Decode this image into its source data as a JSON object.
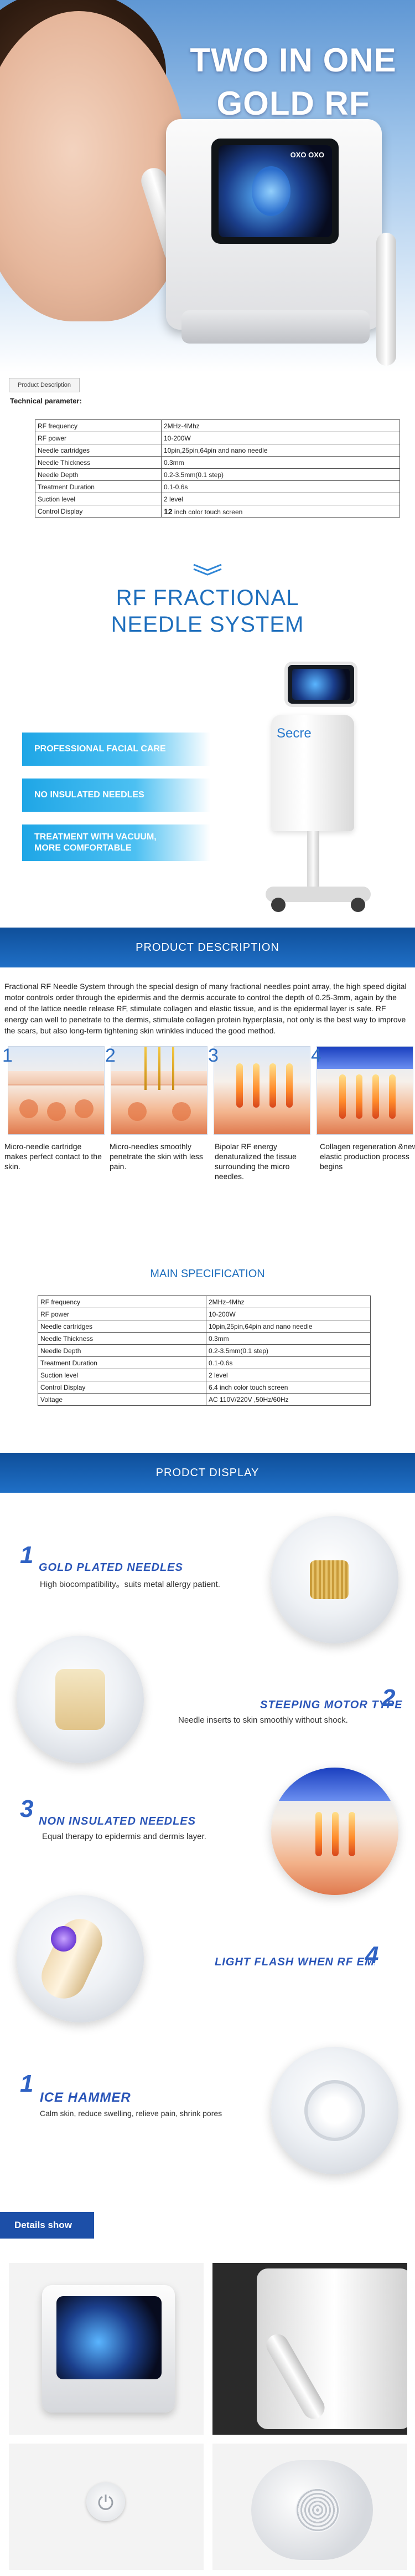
{
  "hero": {
    "title_line1": "TWO IN ONE",
    "title_line2": "GOLD RF",
    "device_screen_text": "OXO OXO",
    "tab_label": "Product Description"
  },
  "tech": {
    "heading": "Technical parameter:",
    "rows": [
      [
        "RF frequency",
        "2MHz-4Mhz"
      ],
      [
        "RF power",
        "10-200W"
      ],
      [
        "Needle cartridges",
        "10pin,25pin,64pin and nano needle"
      ],
      [
        "Needle Thickness",
        "0.3mm"
      ],
      [
        "Needle Depth",
        "0.2-3.5mm(0.1 step)"
      ],
      [
        "Treatment Duration",
        "0.1-0.6s"
      ],
      [
        "Suction level",
        "2 level"
      ]
    ],
    "display_label": "Control Display",
    "display_big": "12",
    "display_rest": "inch color touch screen"
  },
  "rf": {
    "title_line1": "RF FRACTIONAL",
    "title_line2": "NEEDLE SYSTEM",
    "stand_logo": "Secre",
    "pills": [
      "PROFESSIONAL FACIAL CARE",
      "NO INSULATED NEEDLES",
      "TREATMENT WITH VACUUM,",
      "MORE COMFORTABLE"
    ]
  },
  "product_description": {
    "banner": "PRODUCT DESCRIPTION",
    "text": "Fractional RF Needle System through the special design of many fractional needles point array, the high speed digital motor controls order through the epidermis and the dermis accurate to control the depth of 0.25-3mm, again by the end of the lattice needle release RF, stimulate collagen and elastic tissue, and is the epidermal layer is safe. RF energy can well to penetrate to the dermis, stimulate collagen protein hyperplasia, not only is the best way to improve the scars, but also long-term tightening skin wrinkles induced the good method."
  },
  "stages": [
    {
      "num": "1",
      "caption": "Micro-needle cartridge makes perfect contact to the skin."
    },
    {
      "num": "2",
      "caption": "Micro-needles smoothly penetrate the skin with less pain."
    },
    {
      "num": "3",
      "caption": "Bipolar RF energy denaturalized the tissue surrounding the micro needles."
    },
    {
      "num": "4",
      "caption": "Collagen regeneration &new elastic production process begins"
    }
  ],
  "spec": {
    "title": "MAIN SPECIFICATION",
    "rows": [
      [
        "RF frequency",
        "2MHz-4Mhz"
      ],
      [
        "RF power",
        "10-200W"
      ],
      [
        "Needle cartridges",
        "10pin,25pin,64pin and nano needle"
      ],
      [
        "Needle Thickness",
        "0.3mm"
      ],
      [
        "Needle Depth",
        "0.2-3.5mm(0.1 step)"
      ],
      [
        "Treatment Duration",
        "0.1-0.6s"
      ],
      [
        "Suction level",
        "2 level"
      ],
      [
        "Control Display",
        "6.4 inch color touch screen"
      ],
      [
        "Voltage",
        "AC 110V/220V ,50Hz/60Hz"
      ]
    ]
  },
  "display": {
    "banner": "PRODCT DISPLAY",
    "features": [
      {
        "num": "1",
        "title": "GOLD PLATED NEEDLES",
        "sub": "High biocompatibility。suits metal allergy patient."
      },
      {
        "num": "2",
        "title": "STEEPING MOTOR TYPE",
        "sub": "Needle inserts to skin smoothly without shock."
      },
      {
        "num": "3",
        "title": "NON INSULATED NEEDLES",
        "sub": "Equal therapy to epidermis and dermis layer."
      },
      {
        "num": "4",
        "title": "LIGHT FLASH WHEN RF EMI",
        "sub": ""
      },
      {
        "num": "1",
        "title": "ICE HAMMER",
        "sub": "Calm skin, reduce swelling, relieve pain, shrink pores"
      }
    ]
  },
  "details": {
    "tag": "Details show"
  }
}
